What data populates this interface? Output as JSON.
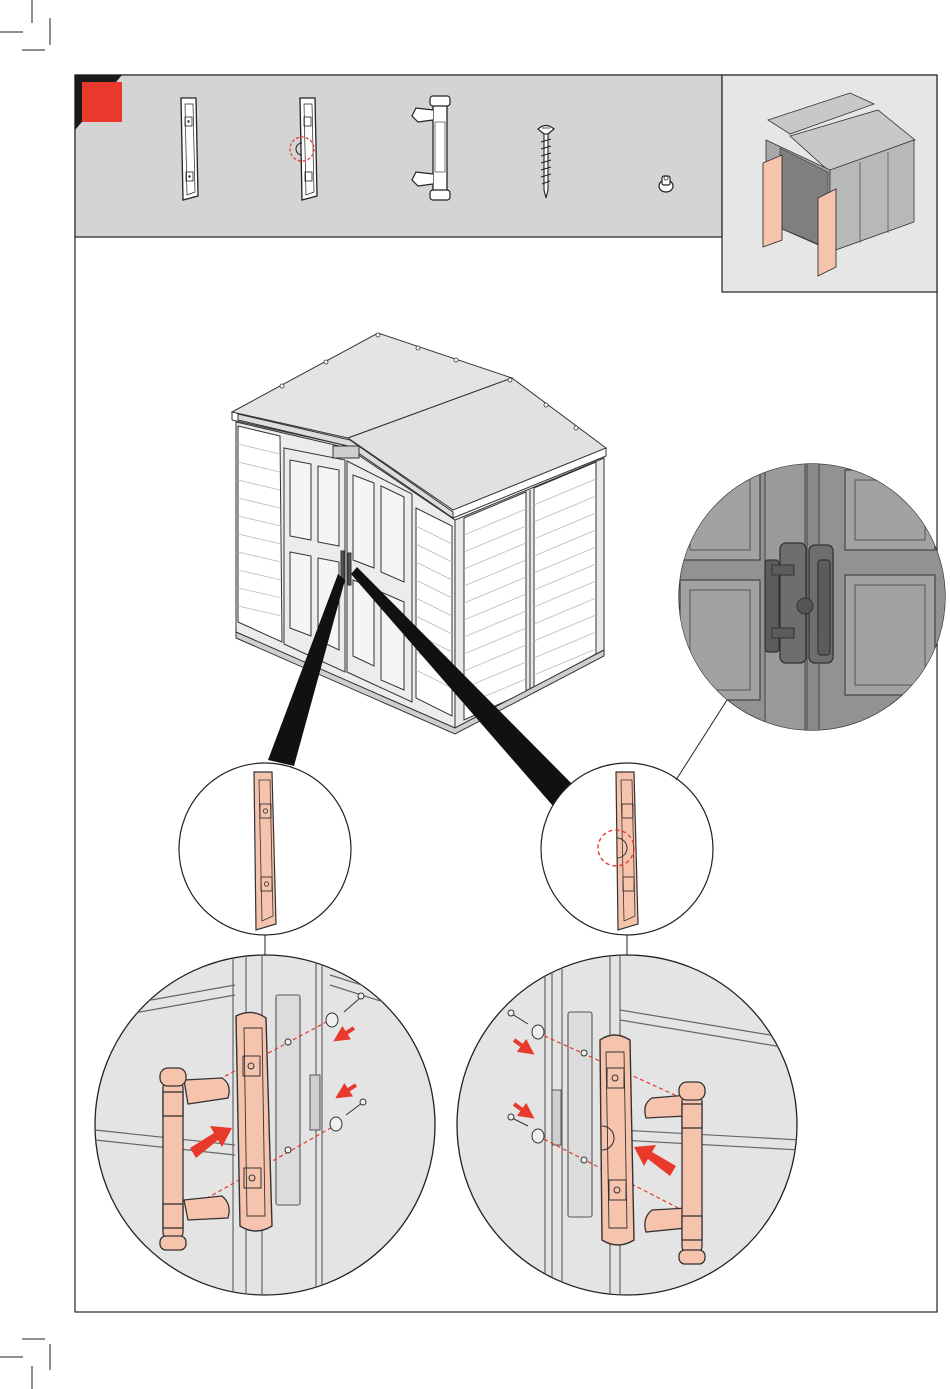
{
  "page": {
    "kind": "assembly-instruction-step",
    "text_labels": []
  },
  "colors": {
    "accent_red": "#e8392c",
    "part_peach": "#f6c3ad",
    "part_peach_dark": "#e3a084",
    "header_gray": "#d4d4d4",
    "shed_gray": "#9a9a9a",
    "line_dark": "#222222"
  },
  "parts_tray": {
    "step_marker": "red-square",
    "parts": [
      {
        "name": "door-plate-plain",
        "icon": "plate-icon"
      },
      {
        "name": "door-plate-notched",
        "icon": "plate-notch-icon",
        "highlight": "dashed-red-circle"
      },
      {
        "name": "door-handle",
        "icon": "handle-icon"
      },
      {
        "name": "screw",
        "icon": "screw-icon"
      },
      {
        "name": "cap",
        "icon": "cap-icon"
      }
    ]
  },
  "overview": {
    "subject": "shed-with-doors",
    "highlighted_parts": "doors"
  },
  "callouts": [
    {
      "name": "plain-plate-detail",
      "shows": "door-plate-plain"
    },
    {
      "name": "notched-plate-detail",
      "shows": "door-plate-notched"
    },
    {
      "name": "installed-handles-detail",
      "shows": "door-handles-installed"
    },
    {
      "name": "left-door-install",
      "shows": "handle-plate-screws-left"
    },
    {
      "name": "right-door-install",
      "shows": "handle-plate-screws-right"
    }
  ]
}
